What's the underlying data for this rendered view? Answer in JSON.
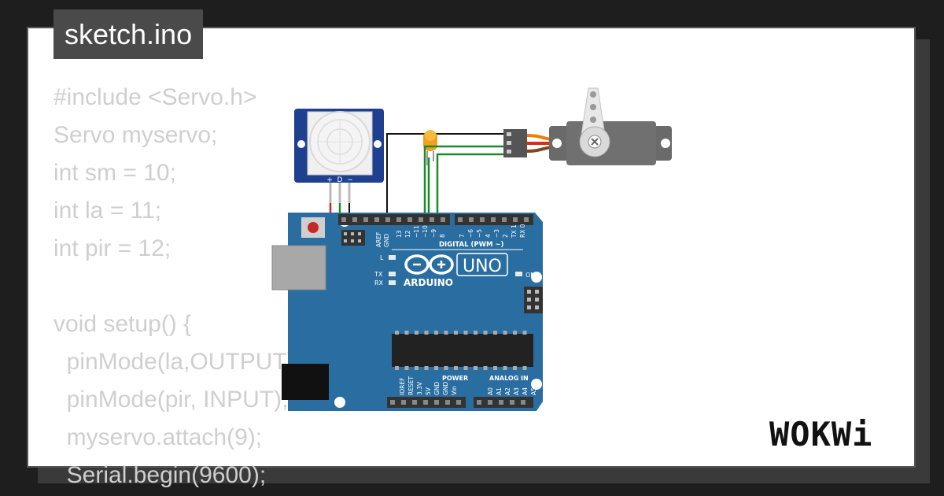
{
  "title": "sketch.ino",
  "code_lines": [
    "#include <Servo.h>",
    "Servo myservo;",
    "int sm = 10;",
    "int la = 11;",
    "int pir = 12;",
    "",
    "void setup() {",
    "  pinMode(la,OUTPUT);",
    "  pinMode(pir, INPUT);",
    "  myservo.attach(9);",
    "  Serial.begin(9600);"
  ],
  "board": {
    "brand": "ARDUINO",
    "model": "UNO",
    "digital_label": "DIGITAL (PWM ~)",
    "power_label": "POWER",
    "analog_label": "ANALOG IN",
    "on_label": "ON",
    "led_l": "L",
    "led_tx": "TX",
    "led_rx": "RX",
    "aref": "AREF",
    "gnd": "GND",
    "digital_pins": [
      "13",
      "12",
      "~11",
      "~10",
      "~9",
      "8",
      "7",
      "~6",
      "~5",
      "4",
      "~3",
      "2",
      "TX 1",
      "RX 0"
    ],
    "power_pins": [
      "IOREF",
      "RESET",
      "3.3V",
      "5V",
      "GND",
      "GND",
      "Vin"
    ],
    "analog_pins": [
      "A0",
      "A1",
      "A2",
      "A3",
      "A4",
      "A5"
    ]
  },
  "pir": {
    "pins": [
      "+",
      "D",
      "−"
    ]
  },
  "logo": "WOKWi",
  "colors": {
    "board": "#2a6ea1",
    "wire_black": "#111111",
    "wire_red": "#d32020",
    "wire_green": "#1a8a2a",
    "led": "#f0a020",
    "servo": "#6a6a6a",
    "servo_wire_orange": "#f07d00",
    "servo_wire_red": "#d62d20",
    "servo_wire_brown": "#7a4a1c"
  }
}
